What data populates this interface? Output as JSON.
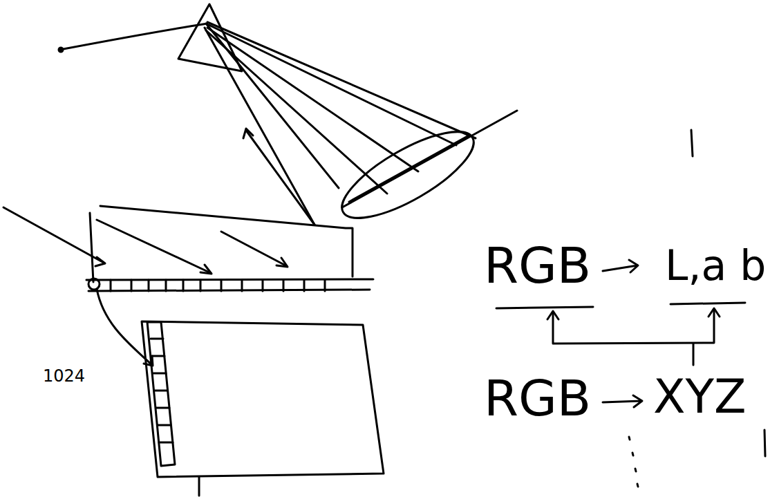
{
  "diagram": {
    "labels": [
      "1024",
      "RGB",
      "L,a b",
      "RGB",
      "XYZ"
    ]
  }
}
